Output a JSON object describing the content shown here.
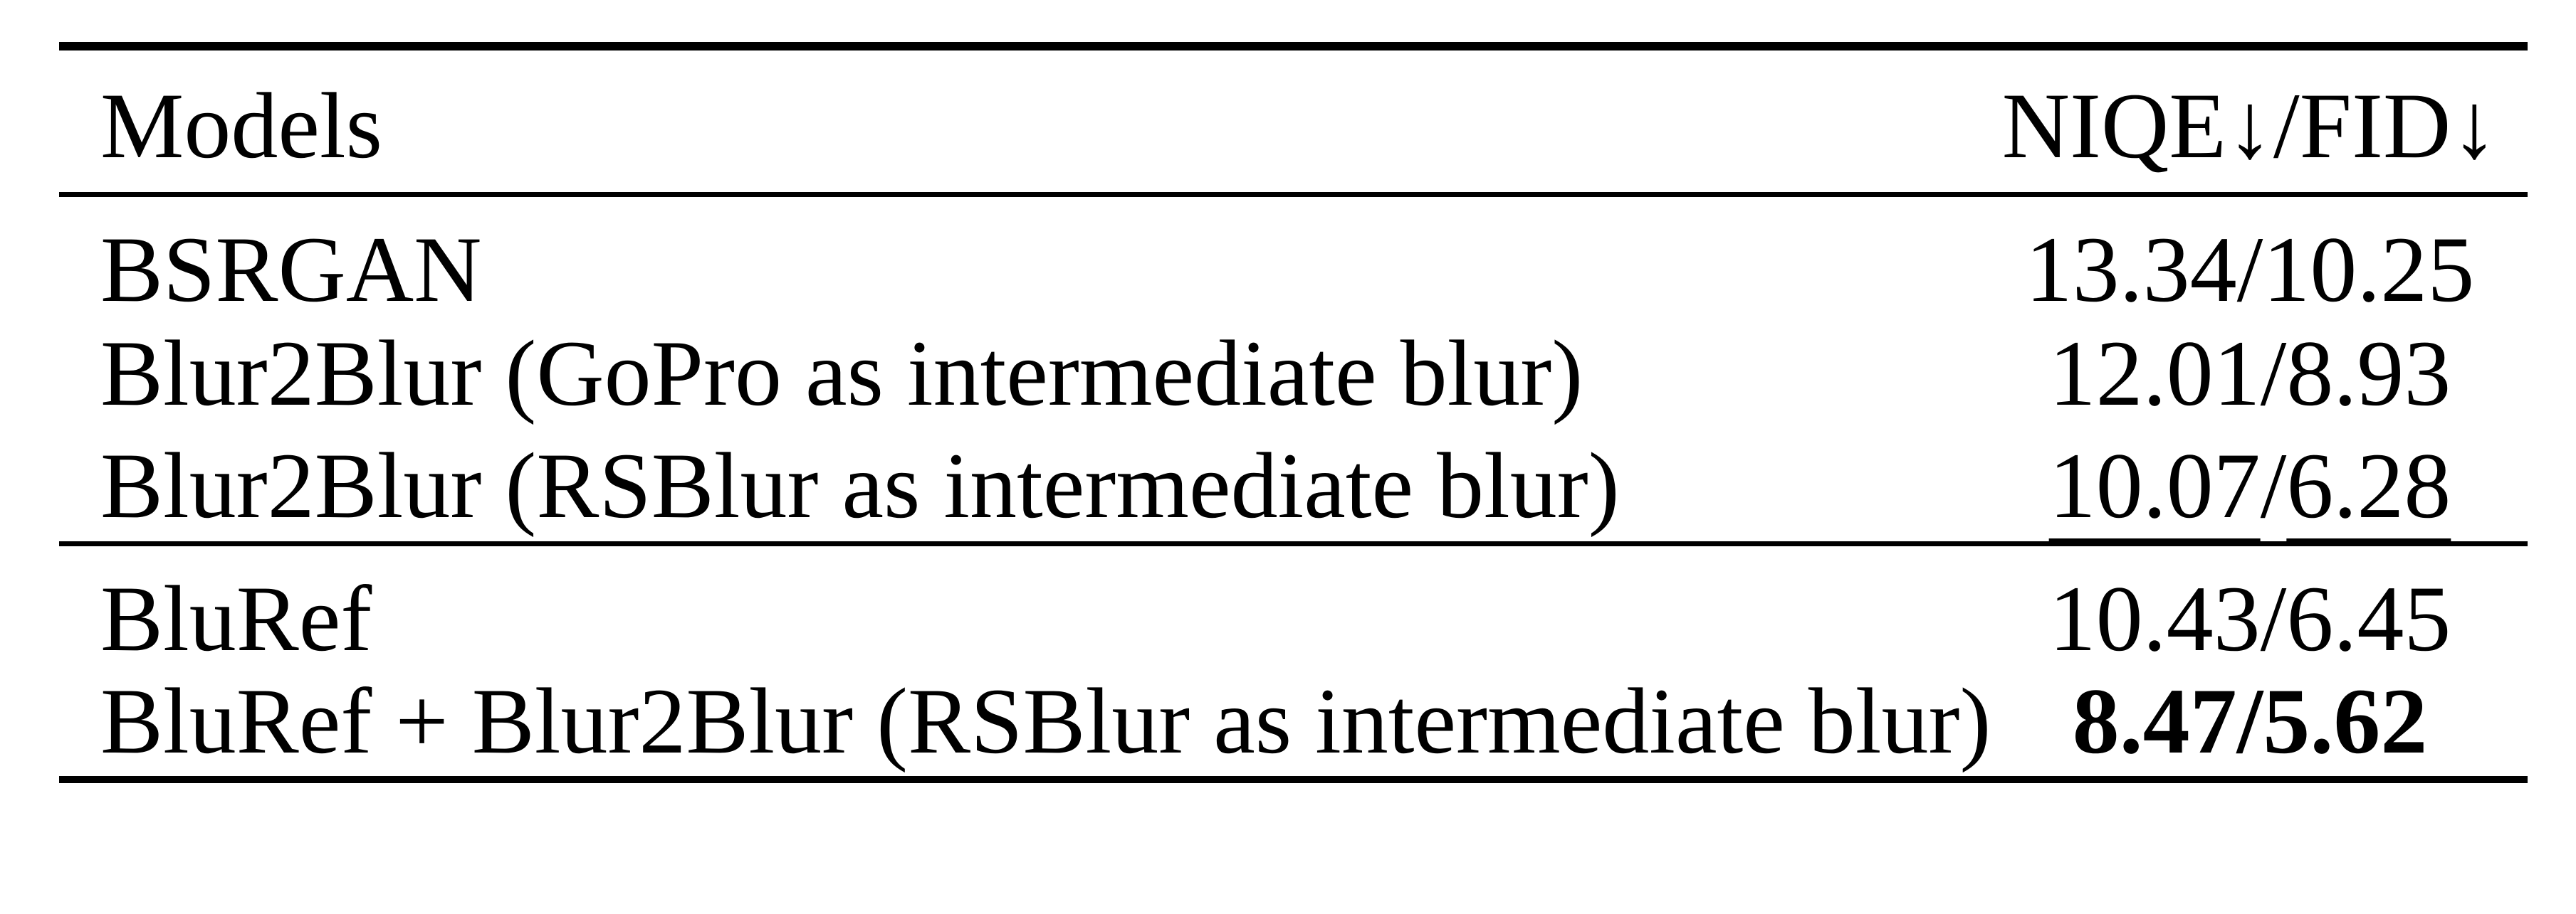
{
  "page": {
    "background": "#ffffff"
  },
  "table": {
    "columns": [
      {
        "label": "Models",
        "align": "left"
      },
      {
        "label": "NIQE↓/FID↓",
        "align": "center"
      }
    ],
    "value_separator": "/",
    "groups": [
      {
        "rows": [
          {
            "model": "BSRGAN",
            "niqe": "13.34",
            "fid": "10.25",
            "emphasis": "none"
          },
          {
            "model": "Blur2Blur (GoPro as intermediate blur)",
            "niqe": "12.01",
            "fid": "8.93",
            "emphasis": "none"
          },
          {
            "model": "Blur2Blur (RSBlur as intermediate blur)",
            "niqe": "10.07",
            "fid": "6.28",
            "emphasis": "underline"
          }
        ]
      },
      {
        "rows": [
          {
            "model": "BluRef",
            "niqe": "10.43",
            "fid": "6.45",
            "emphasis": "none"
          },
          {
            "model": "BluRef + Blur2Blur (RSBlur as intermediate blur)",
            "niqe": "8.47",
            "fid": "5.62",
            "emphasis": "bold"
          }
        ]
      }
    ],
    "colors": {
      "text": "#000000",
      "rules": "#000000",
      "background": "#ffffff"
    }
  }
}
